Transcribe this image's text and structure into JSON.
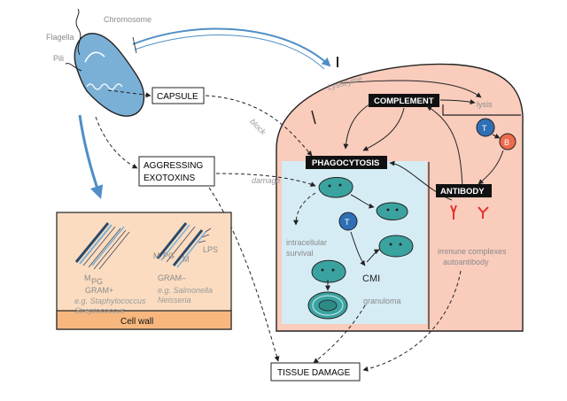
{
  "bacterium": {
    "chromosome": "Chromosome",
    "flagella": "Flagella",
    "pili": "Pili"
  },
  "boxes": {
    "capsule": "CAPSULE",
    "aggressing_line1": "AGGRESSING",
    "aggressing_line2": "EXOTOXINS",
    "tissue_damage": "TISSUE DAMAGE"
  },
  "edge_labels": {
    "block": "block",
    "damage": "damage"
  },
  "host": {
    "lysozyme": "Lysozyme",
    "complement": "COMPLEMENT",
    "lysis": "lysis",
    "phagocytosis": "PHAGOCYTOSIS",
    "antibody": "ANTIBODY",
    "t_cell": "T",
    "b_cell": "B",
    "intracellular_1": "intracellular",
    "intracellular_2": "survival",
    "cmi": "CMI",
    "granuloma": "granuloma",
    "immune_1": "immune complexes",
    "immune_2": "autoantibody"
  },
  "cell_wall": {
    "title": "Cell wall",
    "gram_pos": {
      "m": "M",
      "pg": "PG",
      "label": "GRAM+",
      "examples_1": "e.g. Staphylococcus",
      "examples_2": "Streptococcus"
    },
    "gram_neg": {
      "m1": "M",
      "pg": "PG",
      "m2": "M",
      "lps": "LPS",
      "label": "GRAM–",
      "examples_1": "e.g. Salmonella",
      "examples_2": "Neisseria"
    }
  },
  "colors": {
    "host_bg": "#f9ccbc",
    "cmi_bg": "#d6ecf5",
    "cell_wall_bg": "#fbdcc0",
    "cell_wall_bar": "#f7b77e",
    "bacterium": "#7ab0d6",
    "phagocyte": "#3aa3a0",
    "t_cell": "#2f6fb6",
    "b_cell": "#ee6a4a",
    "antibody": "#e8322d",
    "arrow_blue": "#4f8ec6"
  }
}
